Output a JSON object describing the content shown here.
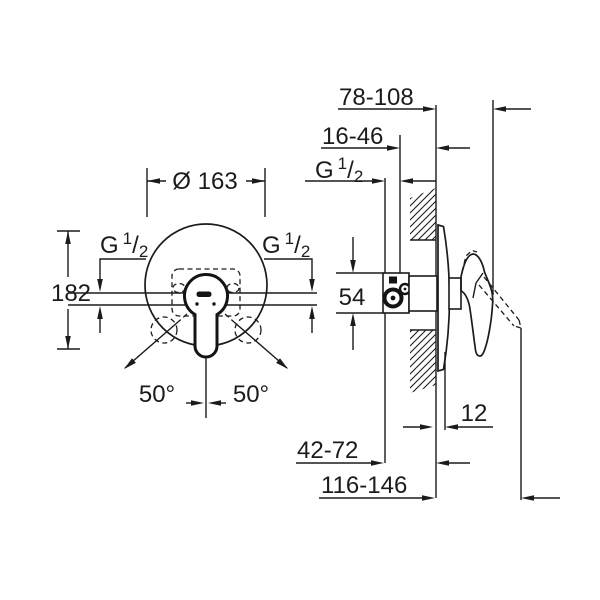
{
  "drawing": {
    "thread": {
      "prefix": "G",
      "numerator": "1",
      "slash": "/",
      "denominator": "2"
    },
    "front_view": {
      "diameter_label": "Ø 163",
      "height_label": "182",
      "angle_left_label": "50°",
      "angle_right_label": "50°"
    },
    "side_view": {
      "wall_to_lever_label": "78-108",
      "thread_depth_label": "16-46",
      "body_height_label": "54",
      "rosette_thickness_label": "12",
      "depth_range_label": "42-72",
      "overall_range_label": "116-146"
    }
  }
}
